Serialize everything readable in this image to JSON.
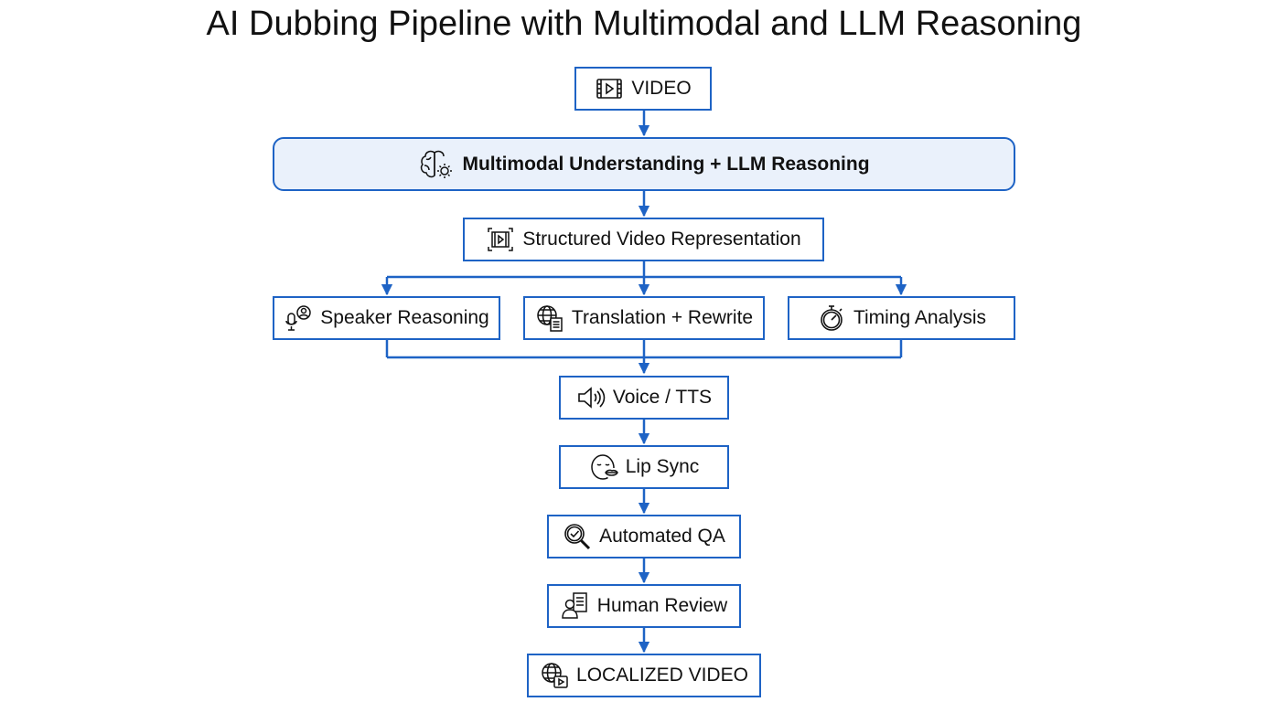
{
  "title": "AI Dubbing Pipeline with Multimodal and LLM Reasoning",
  "colors": {
    "accent": "#1e63c5",
    "highlight_fill": "#eaf1fb",
    "text": "#111111"
  },
  "nodes": {
    "video": {
      "label": "VIDEO",
      "icon": "video-film-icon"
    },
    "multimodal": {
      "label": "Multimodal Understanding + LLM Reasoning",
      "icon": "brain-gear-icon"
    },
    "structured": {
      "label": "Structured Video Representation",
      "icon": "framed-video-icon"
    },
    "speaker": {
      "label": "Speaker Reasoning",
      "icon": "mic-person-icon"
    },
    "translation": {
      "label": "Translation + Rewrite",
      "icon": "globe-document-icon"
    },
    "timing": {
      "label": "Timing Analysis",
      "icon": "stopwatch-icon"
    },
    "voice": {
      "label": "Voice / TTS",
      "icon": "speaker-icon"
    },
    "lipsync": {
      "label": "Lip Sync",
      "icon": "face-lips-icon"
    },
    "qa": {
      "label": "Automated QA",
      "icon": "magnifier-check-icon"
    },
    "review": {
      "label": "Human Review",
      "icon": "person-document-icon"
    },
    "localized": {
      "label": "LOCALIZED VIDEO",
      "icon": "globe-video-icon"
    }
  },
  "edges": [
    [
      "video",
      "multimodal"
    ],
    [
      "multimodal",
      "structured"
    ],
    [
      "structured",
      "speaker"
    ],
    [
      "structured",
      "translation"
    ],
    [
      "structured",
      "timing"
    ],
    [
      "speaker",
      "voice"
    ],
    [
      "translation",
      "voice"
    ],
    [
      "timing",
      "voice"
    ],
    [
      "voice",
      "lipsync"
    ],
    [
      "lipsync",
      "qa"
    ],
    [
      "qa",
      "review"
    ],
    [
      "review",
      "localized"
    ]
  ]
}
